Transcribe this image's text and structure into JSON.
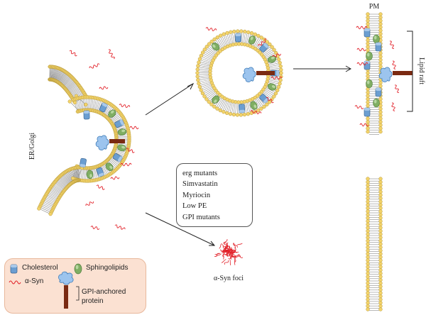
{
  "labels": {
    "er_golgi": "ER/Golgi",
    "pm": "PM",
    "lipid_raft": "Lipid raft",
    "foci": "α-Syn foci"
  },
  "conditions": [
    "erg mutants",
    "Simvastatin",
    "Myriocin",
    "Low PE",
    "GPI mutants"
  ],
  "legend": {
    "cholesterol": "Cholesterol",
    "sphingolipids": "Sphingolipids",
    "asyn": "α-Syn",
    "gpi_line1": "GPI-anchored",
    "gpi_line2": "protein"
  },
  "colors": {
    "lipid_head": "#f3d36a",
    "lipid_tail": "#8a8a8a",
    "cholesterol": "#6b9ed1",
    "sphingolipid": "#7fae63",
    "asyn": "#e2222a",
    "gpi_protein": "#9cc4ee",
    "gpi_anchor": "#7a2a12",
    "legend_bg": "#fbe1d2"
  }
}
